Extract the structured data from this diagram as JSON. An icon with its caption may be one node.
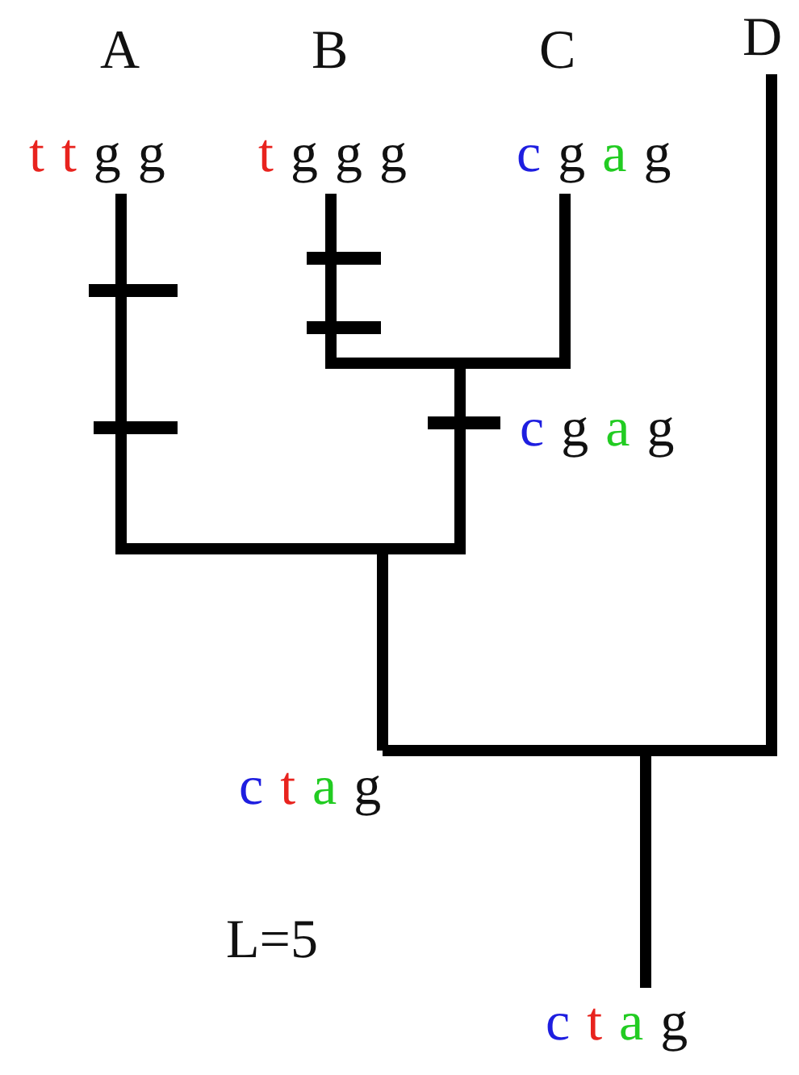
{
  "diagram": {
    "nodes": [
      {
        "text": [
          "A",
          "t t g g"
        ]
      },
      {
        "text": [
          "B",
          "t g g g"
        ]
      },
      {
        "text": [
          "C",
          "c g a g"
        ]
      },
      {
        "text": [
          "D"
        ]
      },
      {
        "text": [
          "c g a g"
        ]
      },
      {
        "text": [
          "c t a g"
        ]
      },
      {
        "text": [
          "c t a g"
        ]
      }
    ],
    "edges": [
      {
        "from": 4,
        "to": 1,
        "arrow": "none"
      },
      {
        "from": 4,
        "to": 2,
        "arrow": "none"
      },
      {
        "from": 5,
        "to": 0,
        "arrow": "none"
      },
      {
        "from": 5,
        "to": 4,
        "arrow": "none"
      },
      {
        "from": 5,
        "to": 3,
        "arrow": "none"
      },
      {
        "from": 6,
        "to": 5,
        "arrow": "none"
      }
    ],
    "labels": [
      "L=5"
    ]
  }
}
